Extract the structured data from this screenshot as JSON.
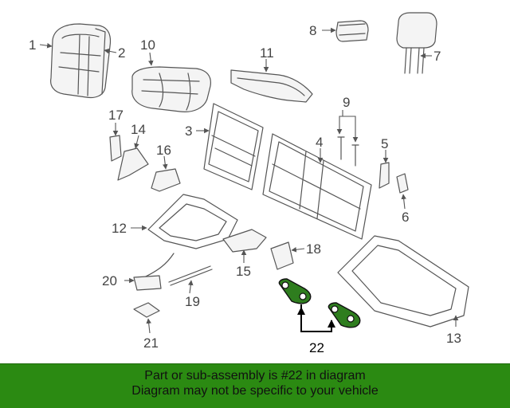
{
  "callouts": {
    "c1": "1",
    "c2": "2",
    "c3": "3",
    "c4": "4",
    "c5": "5",
    "c6": "6",
    "c7": "7",
    "c8": "8",
    "c9": "9",
    "c10": "10",
    "c11": "11",
    "c12": "12",
    "c13": "13",
    "c14": "14",
    "c15": "15",
    "c16": "16",
    "c17": "17",
    "c18": "18",
    "c19": "19",
    "c20": "20",
    "c21": "21",
    "c22": "22"
  },
  "highlight_color": "#2e7d1e",
  "footer": {
    "line1": "Part or sub-assembly is #22 in diagram",
    "line2": "Diagram may not be specific to your vehicle",
    "background": "#2b8a12"
  }
}
